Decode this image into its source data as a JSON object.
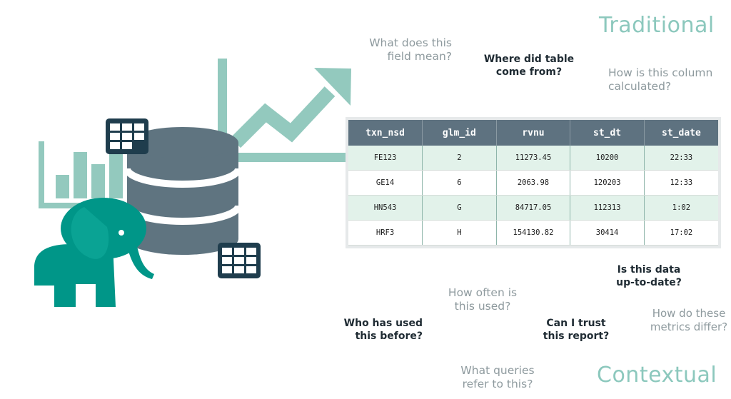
{
  "headings": {
    "traditional": "Traditional",
    "contextual": "Contextual"
  },
  "questions": {
    "field_mean": [
      "What does this",
      "field mean?"
    ],
    "table_from": [
      "Where did table",
      "come from?"
    ],
    "column_calc": [
      "How is this column",
      "calculated?"
    ],
    "up_to_date": [
      "Is this data",
      "up-to-date?"
    ],
    "how_often": [
      "How often is",
      "this used?"
    ],
    "who_used": [
      "Who has used",
      "this before?"
    ],
    "trust_report": [
      "Can I trust",
      "this report?"
    ],
    "metrics_differ": [
      "How do these",
      "metrics differ?"
    ],
    "queries_refer": [
      "What queries",
      "refer to this?"
    ]
  },
  "table": {
    "columns": [
      "txn_nsd",
      "glm_id",
      "rvnu",
      "st_dt",
      "st_date"
    ],
    "rows": [
      [
        "FE123",
        "2",
        "11273.45",
        "10200",
        "22:33"
      ],
      [
        "GE14",
        "6",
        "2063.98",
        "120203",
        "12:33"
      ],
      [
        "HN543",
        "G",
        "84717.05",
        "112313",
        "1:02"
      ],
      [
        "HRF3",
        "H",
        "154130.82",
        "30414",
        "17:02"
      ]
    ]
  },
  "icons": [
    "database-icon",
    "elephant-icon",
    "bar-chart-icon",
    "trend-arrow-icon",
    "table-grid-icon"
  ],
  "colors": {
    "teal": "#009688",
    "mint": "#93c9be",
    "slate": "#5f7480",
    "navy": "#1f3d4d",
    "heading": "#8cc8bd"
  }
}
